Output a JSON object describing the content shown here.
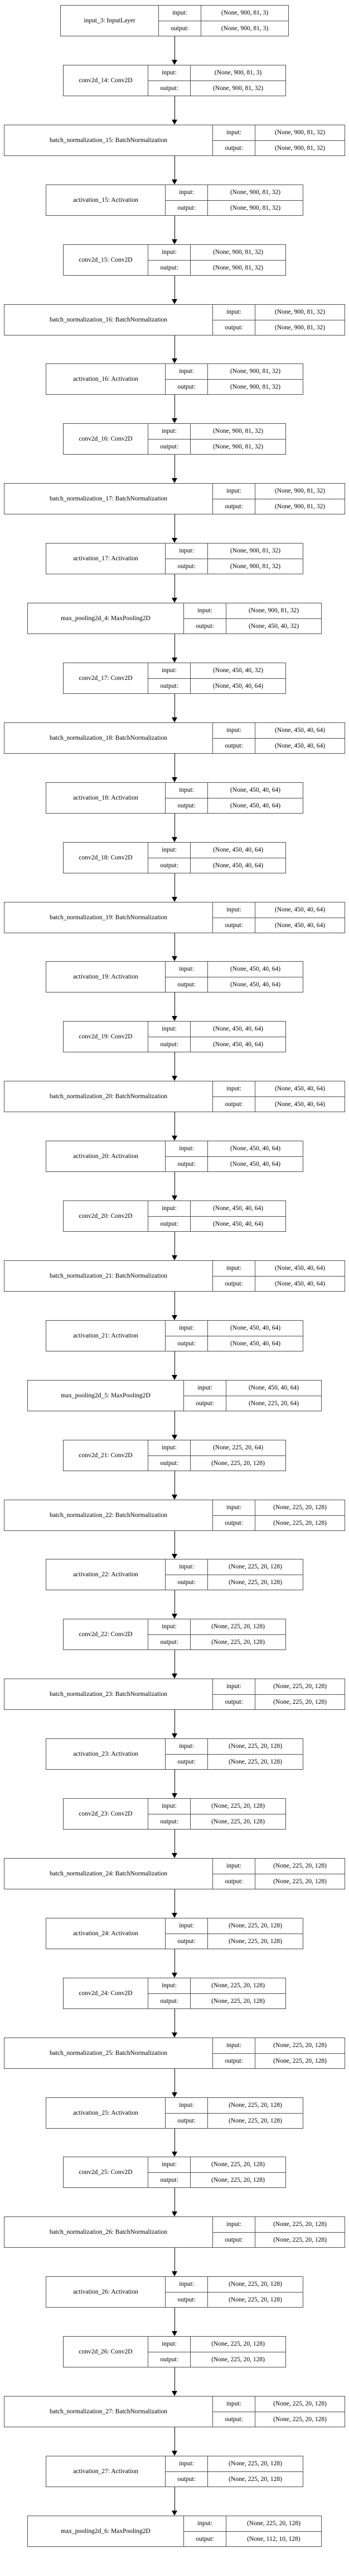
{
  "diagram": {
    "type": "keras-model-graph",
    "orientation": "top-to-bottom",
    "io_labels": {
      "input": "input:",
      "output": "output:"
    },
    "colors": {
      "node_border": "#4d4d4d",
      "node_fill": "#ffffff",
      "edge": "#000000",
      "text": "#000000",
      "background": "#ffffff"
    },
    "nodes": [
      {
        "name": "input_3: InputLayer",
        "input": "(None, 900, 81, 3)",
        "output": "(None, 900, 81, 3)"
      },
      {
        "name": "conv2d_14: Conv2D",
        "input": "(None, 900, 81, 3)",
        "output": "(None, 900, 81, 32)"
      },
      {
        "name": "batch_normalization_15: BatchNormalization",
        "input": "(None, 900, 81, 32)",
        "output": "(None, 900, 81, 32)"
      },
      {
        "name": "activation_15: Activation",
        "input": "(None, 900, 81, 32)",
        "output": "(None, 900, 81, 32)"
      },
      {
        "name": "conv2d_15: Conv2D",
        "input": "(None, 900, 81, 32)",
        "output": "(None, 900, 81, 32)"
      },
      {
        "name": "batch_normalization_16: BatchNormalization",
        "input": "(None, 900, 81, 32)",
        "output": "(None, 900, 81, 32)"
      },
      {
        "name": "activation_16: Activation",
        "input": "(None, 900, 81, 32)",
        "output": "(None, 900, 81, 32)"
      },
      {
        "name": "conv2d_16: Conv2D",
        "input": "(None, 900, 81, 32)",
        "output": "(None, 900, 81, 32)"
      },
      {
        "name": "batch_normalization_17: BatchNormalization",
        "input": "(None, 900, 81, 32)",
        "output": "(None, 900, 81, 32)"
      },
      {
        "name": "activation_17: Activation",
        "input": "(None, 900, 81, 32)",
        "output": "(None, 900, 81, 32)"
      },
      {
        "name": "max_pooling2d_4: MaxPooling2D",
        "input": "(None, 900, 81, 32)",
        "output": "(None, 450, 40, 32)"
      },
      {
        "name": "conv2d_17: Conv2D",
        "input": "(None, 450, 40, 32)",
        "output": "(None, 450, 40, 64)"
      },
      {
        "name": "batch_normalization_18: BatchNormalization",
        "input": "(None, 450, 40, 64)",
        "output": "(None, 450, 40, 64)"
      },
      {
        "name": "activation_18: Activation",
        "input": "(None, 450, 40, 64)",
        "output": "(None, 450, 40, 64)"
      },
      {
        "name": "conv2d_18: Conv2D",
        "input": "(None, 450, 40, 64)",
        "output": "(None, 450, 40, 64)"
      },
      {
        "name": "batch_normalization_19: BatchNormalization",
        "input": "(None, 450, 40, 64)",
        "output": "(None, 450, 40, 64)"
      },
      {
        "name": "activation_19: Activation",
        "input": "(None, 450, 40, 64)",
        "output": "(None, 450, 40, 64)"
      },
      {
        "name": "conv2d_19: Conv2D",
        "input": "(None, 450, 40, 64)",
        "output": "(None, 450, 40, 64)"
      },
      {
        "name": "batch_normalization_20: BatchNormalization",
        "input": "(None, 450, 40, 64)",
        "output": "(None, 450, 40, 64)"
      },
      {
        "name": "activation_20: Activation",
        "input": "(None, 450, 40, 64)",
        "output": "(None, 450, 40, 64)"
      },
      {
        "name": "conv2d_20: Conv2D",
        "input": "(None, 450, 40, 64)",
        "output": "(None, 450, 40, 64)"
      },
      {
        "name": "batch_normalization_21: BatchNormalization",
        "input": "(None, 450, 40, 64)",
        "output": "(None, 450, 40, 64)"
      },
      {
        "name": "activation_21: Activation",
        "input": "(None, 450, 40, 64)",
        "output": "(None, 450, 40, 64)"
      },
      {
        "name": "max_pooling2d_5: MaxPooling2D",
        "input": "(None, 450, 40, 64)",
        "output": "(None, 225, 20, 64)"
      },
      {
        "name": "conv2d_21: Conv2D",
        "input": "(None, 225, 20, 64)",
        "output": "(None, 225, 20, 128)"
      },
      {
        "name": "batch_normalization_22: BatchNormalization",
        "input": "(None, 225, 20, 128)",
        "output": "(None, 225, 20, 128)"
      },
      {
        "name": "activation_22: Activation",
        "input": "(None, 225, 20, 128)",
        "output": "(None, 225, 20, 128)"
      },
      {
        "name": "conv2d_22: Conv2D",
        "input": "(None, 225, 20, 128)",
        "output": "(None, 225, 20, 128)"
      },
      {
        "name": "batch_normalization_23: BatchNormalization",
        "input": "(None, 225, 20, 128)",
        "output": "(None, 225, 20, 128)"
      },
      {
        "name": "activation_23: Activation",
        "input": "(None, 225, 20, 128)",
        "output": "(None, 225, 20, 128)"
      },
      {
        "name": "conv2d_23: Conv2D",
        "input": "(None, 225, 20, 128)",
        "output": "(None, 225, 20, 128)"
      },
      {
        "name": "batch_normalization_24: BatchNormalization",
        "input": "(None, 225, 20, 128)",
        "output": "(None, 225, 20, 128)"
      },
      {
        "name": "activation_24: Activation",
        "input": "(None, 225, 20, 128)",
        "output": "(None, 225, 20, 128)"
      },
      {
        "name": "conv2d_24: Conv2D",
        "input": "(None, 225, 20, 128)",
        "output": "(None, 225, 20, 128)"
      },
      {
        "name": "batch_normalization_25: BatchNormalization",
        "input": "(None, 225, 20, 128)",
        "output": "(None, 225, 20, 128)"
      },
      {
        "name": "activation_25: Activation",
        "input": "(None, 225, 20, 128)",
        "output": "(None, 225, 20, 128)"
      },
      {
        "name": "conv2d_25: Conv2D",
        "input": "(None, 225, 20, 128)",
        "output": "(None, 225, 20, 128)"
      },
      {
        "name": "batch_normalization_26: BatchNormalization",
        "input": "(None, 225, 20, 128)",
        "output": "(None, 225, 20, 128)"
      },
      {
        "name": "activation_26: Activation",
        "input": "(None, 225, 20, 128)",
        "output": "(None, 225, 20, 128)"
      },
      {
        "name": "conv2d_26: Conv2D",
        "input": "(None, 225, 20, 128)",
        "output": "(None, 225, 20, 128)"
      },
      {
        "name": "batch_normalization_27: BatchNormalization",
        "input": "(None, 225, 20, 128)",
        "output": "(None, 225, 20, 128)"
      },
      {
        "name": "activation_27: Activation",
        "input": "(None, 225, 20, 128)",
        "output": "(None, 225, 20, 128)"
      },
      {
        "name": "max_pooling2d_6: MaxPooling2D",
        "input": "(None, 225, 20, 128)",
        "output": "(None, 112, 10, 128)"
      }
    ]
  }
}
